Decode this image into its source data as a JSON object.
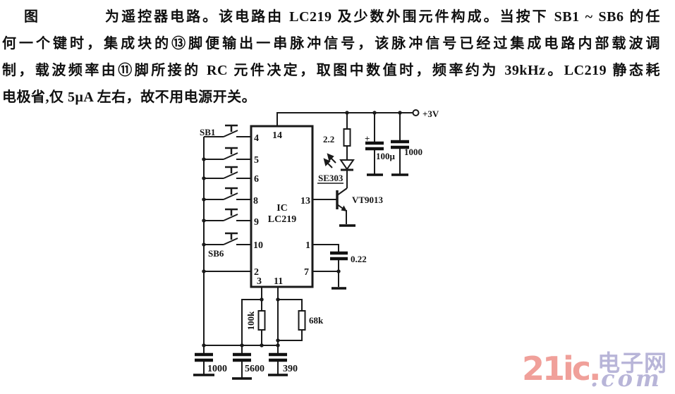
{
  "paragraph": {
    "lines": [
      "图　　　　为遥控器电路。该电路由 LC219 及少数外围元件构成。当按下 SB1 ~ SB6 的任",
      "何一个键时，集成块的⑬脚便输出一串脉冲信号，该脉冲信号已经过集成电路内部载波调",
      "制，载波频率由⑪脚所接的 RC 元件决定，取图中数值时，频率约为 39kHz。LC219 静态耗",
      "电极省,仅 5μA 左右，故不用电源开关。"
    ]
  },
  "schematic": {
    "ic": {
      "name_line1": "IC",
      "name_line2": "LC219"
    },
    "pins": {
      "p14": "14",
      "p4": "4",
      "p5": "5",
      "p6": "6",
      "p8": "8",
      "p9": "9",
      "p10": "10",
      "p2": "2",
      "p3": "3",
      "p11": "11",
      "p13": "13",
      "p1": "1",
      "p7": "7"
    },
    "labels": {
      "sb1": "SB1",
      "sb6": "SB6",
      "supply": "+3V",
      "r_led": "2.2",
      "led": "SE303",
      "transistor": "VT9013",
      "cap_100u": "100μ",
      "cap_1000_top": "1000",
      "cap_022": "0.22",
      "r_100k": "100k",
      "r_68k": "68k",
      "cap_1000_bottom": "1000",
      "cap_5600": "5600",
      "cap_390": "390"
    },
    "line_color": "#1a1a1a"
  },
  "watermark": {
    "part1": "21ic.",
    "part2": "电子网",
    "part3": ".com",
    "color_part1": "#f0a09a",
    "color_part2": "#b8b5d8"
  }
}
